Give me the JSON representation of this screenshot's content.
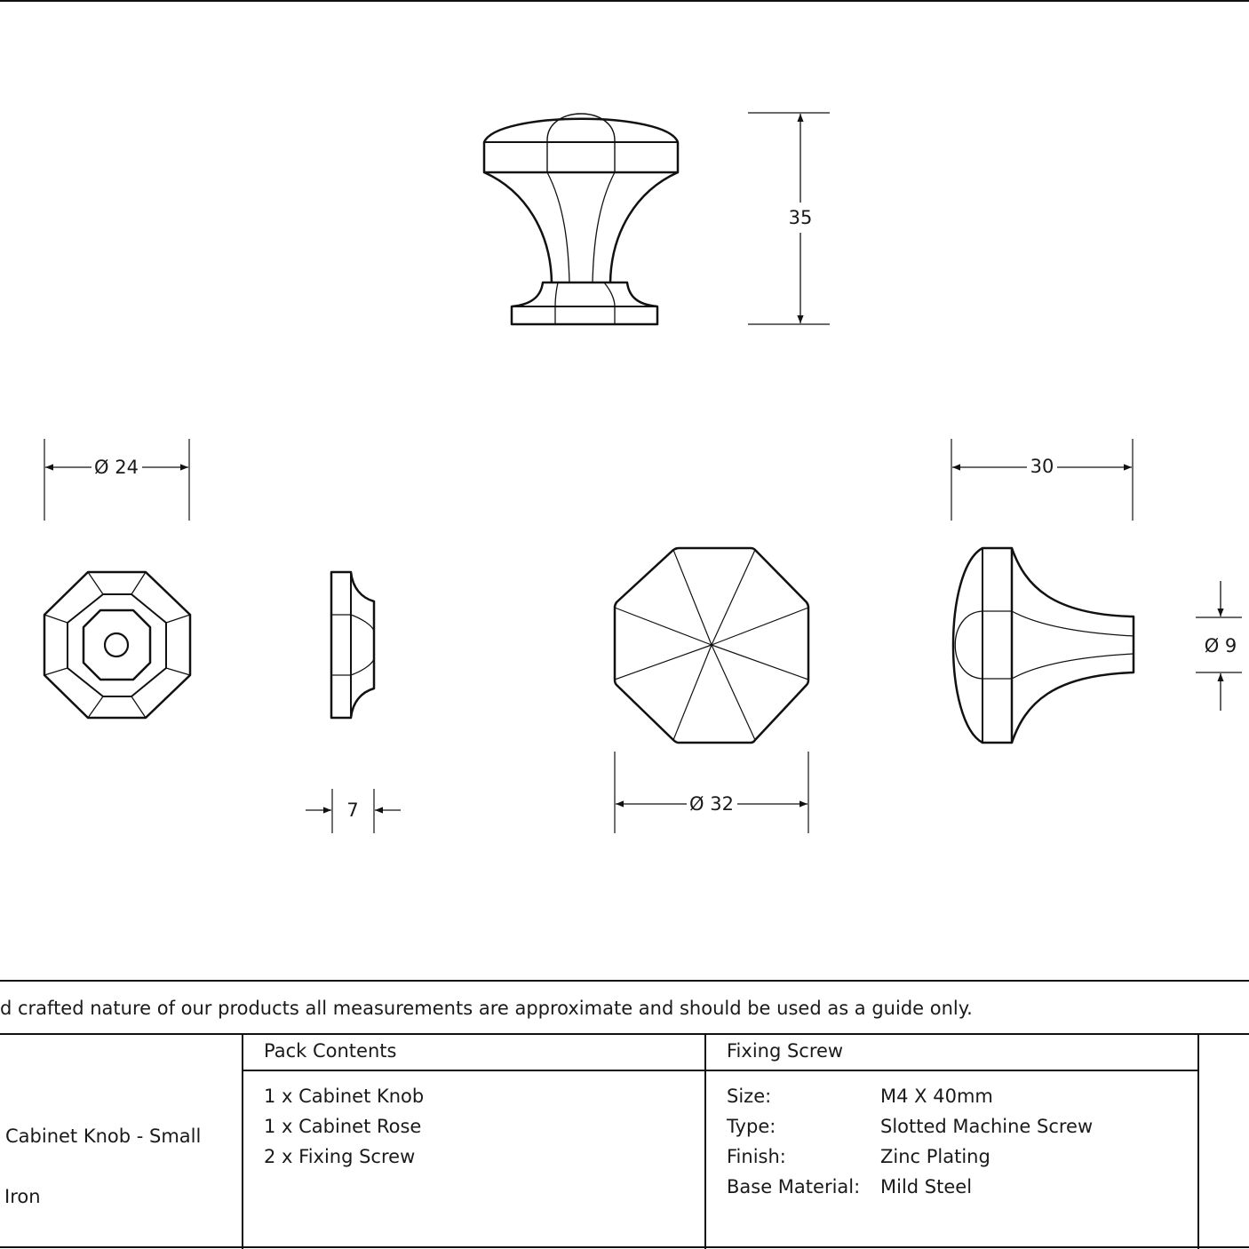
{
  "dimensions": {
    "height": "35",
    "rose_diameter": "Ø 24",
    "rose_depth": "7",
    "knob_diameter": "Ø 32",
    "projection": "30",
    "neck_diameter": "Ø 9"
  },
  "disclaimer": "d crafted nature of our products all measurements are approximate and should be used as a guide only.",
  "table": {
    "product": {
      "name": "Cabinet Knob - Small",
      "material": "Iron"
    },
    "pack_contents": {
      "header": "Pack Contents",
      "items": [
        "1 x Cabinet Knob",
        "1 x Cabinet Rose",
        "2 x Fixing Screw"
      ]
    },
    "fixing_screw": {
      "header": "Fixing Screw",
      "rows": [
        {
          "label": "Size:",
          "value": "M4 X 40mm"
        },
        {
          "label": "Type:",
          "value": "Slotted Machine Screw"
        },
        {
          "label": "Finish:",
          "value": "Zinc Plating"
        },
        {
          "label": "Base Material:",
          "value": "Mild Steel"
        }
      ]
    }
  }
}
